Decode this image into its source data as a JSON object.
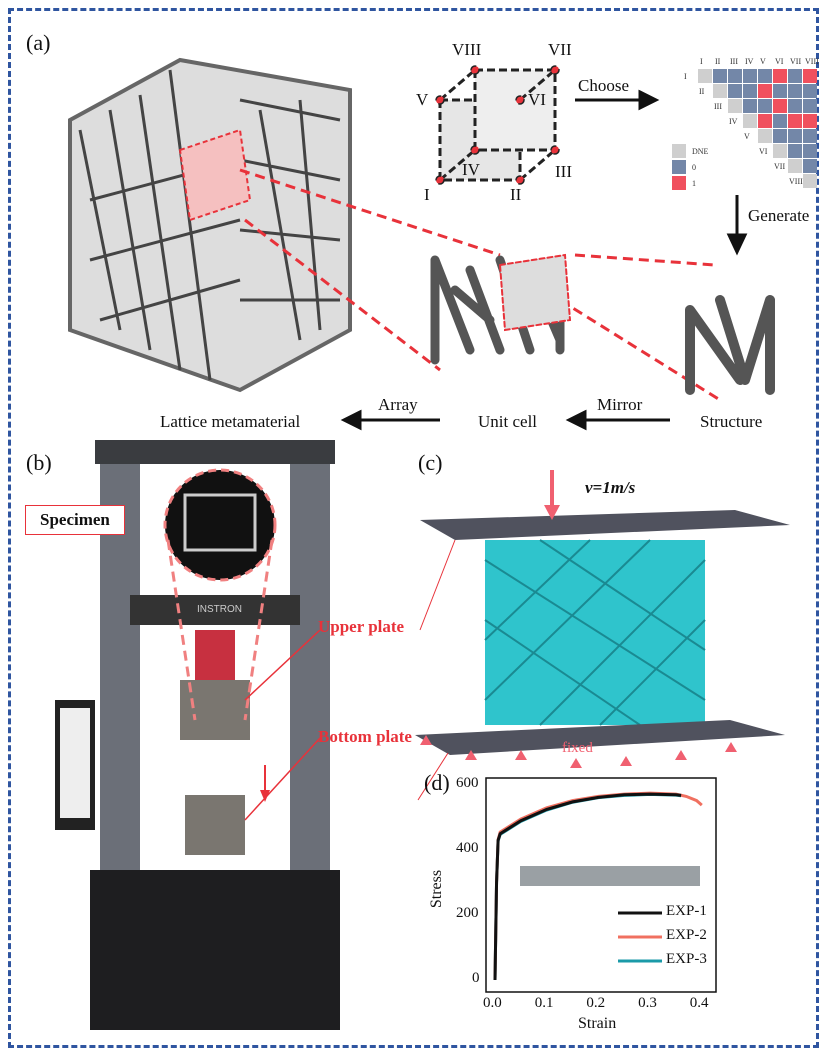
{
  "panels": {
    "a": "(a)",
    "b": "(b)",
    "c": "(c)",
    "d": "(d)"
  },
  "cube_vertices": [
    "I",
    "II",
    "III",
    "IV",
    "V",
    "VI",
    "VII",
    "VIII"
  ],
  "flow": {
    "choose": "Choose",
    "generate": "Generate",
    "mirror": "Mirror",
    "array": "Array",
    "structure": "Structure",
    "unit_cell": "Unit cell",
    "lattice": "Lattice metamaterial"
  },
  "matrix": {
    "labels": [
      "I",
      "II",
      "III",
      "IV",
      "V",
      "VI",
      "VII",
      "VIII"
    ],
    "rows": [
      [
        "DNE",
        "0",
        "0",
        "0",
        "0",
        "1",
        "0",
        "1"
      ],
      [
        "DNE",
        "0",
        "0",
        "1",
        "0",
        "0",
        "0"
      ],
      [
        "DNE",
        "0",
        "0",
        "1",
        "0",
        "0"
      ],
      [
        "DNE",
        "1",
        "0",
        "1",
        "1"
      ],
      [
        "DNE",
        "0",
        "0",
        "0"
      ],
      [
        "DNE",
        "0",
        "0"
      ],
      [
        "DNE",
        "0"
      ],
      [
        "DNE"
      ]
    ],
    "legend": [
      {
        "key": "DNE",
        "label": "DNE"
      },
      {
        "key": "0",
        "label": "0"
      },
      {
        "key": "1",
        "label": "1"
      }
    ],
    "colors": {
      "DNE": "#cfcfcf",
      "0": "#7387a8",
      "1": "#f0505e"
    }
  },
  "machine": {
    "specimen": "Specimen",
    "upper": "Upper plate",
    "bottom": "Bottom plate",
    "brand": "INSTRON"
  },
  "sim": {
    "velocity": "v=1m/s",
    "fixed": "fixed"
  },
  "chart_data": {
    "type": "line",
    "xlabel": "Strain",
    "ylabel": "Stress",
    "xlim": [
      -0.02,
      0.43
    ],
    "ylim": [
      -20,
      620
    ],
    "xticks": [
      "0.0",
      "0.1",
      "0.2",
      "0.3",
      "0.4"
    ],
    "yticks": [
      "0",
      "200",
      "400",
      "600"
    ],
    "legend_position": "bottom-right",
    "series": [
      {
        "name": "EXP-1",
        "color": "#111111",
        "x": [
          0,
          0.003,
          0.006,
          0.01,
          0.05,
          0.1,
          0.15,
          0.2,
          0.25,
          0.3,
          0.35,
          0.36
        ],
        "y": [
          0,
          300,
          430,
          450,
          490,
          525,
          548,
          562,
          570,
          572,
          570,
          568
        ]
      },
      {
        "name": "EXP-2",
        "color": "#f07060",
        "x": [
          0,
          0.003,
          0.006,
          0.01,
          0.05,
          0.1,
          0.15,
          0.2,
          0.25,
          0.3,
          0.35,
          0.37,
          0.39,
          0.4
        ],
        "y": [
          0,
          300,
          432,
          455,
          495,
          530,
          552,
          565,
          572,
          575,
          572,
          565,
          552,
          538
        ]
      },
      {
        "name": "EXP-3",
        "color": "#1a9aa8",
        "x": [
          0,
          0.003,
          0.006,
          0.01,
          0.05,
          0.1,
          0.15,
          0.2,
          0.25,
          0.3,
          0.35,
          0.36
        ],
        "y": [
          0,
          300,
          428,
          448,
          488,
          523,
          547,
          561,
          568,
          571,
          569,
          567
        ]
      }
    ]
  }
}
